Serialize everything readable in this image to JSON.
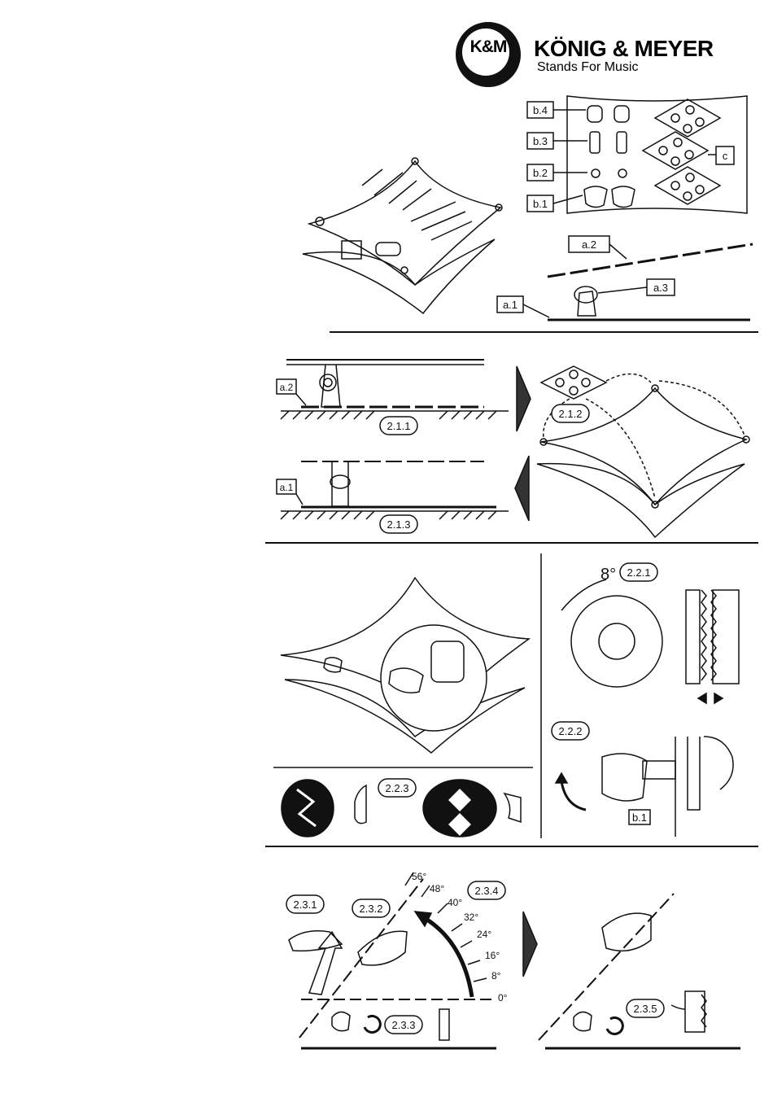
{
  "header": {
    "logo_text": "K&M",
    "brand": "KÖNIG & MEYER",
    "tagline": "Stands For Music"
  },
  "parts": {
    "b4": "b.4",
    "b3": "b.3",
    "b2": "b.2",
    "b1": "b.1",
    "c": "c",
    "a1": "a.1",
    "a2": "a.2",
    "a3": "a.3"
  },
  "steps": {
    "s211": "2.1.1",
    "s212": "2.1.2",
    "s213": "2.1.3",
    "s221": "2.2.1",
    "s222": "2.2.2",
    "s223": "2.2.3",
    "s231": "2.3.1",
    "s232": "2.3.2",
    "s233": "2.3.3",
    "s234": "2.3.4",
    "s235": "2.3.5"
  },
  "labels": {
    "a2_box": "a.2",
    "a1_box": "a.1",
    "b1_box": "b.1",
    "deg8": "8°"
  },
  "angles": [
    "56°",
    "48°",
    "40°",
    "32°",
    "24°",
    "16°",
    "8°",
    "0°"
  ]
}
